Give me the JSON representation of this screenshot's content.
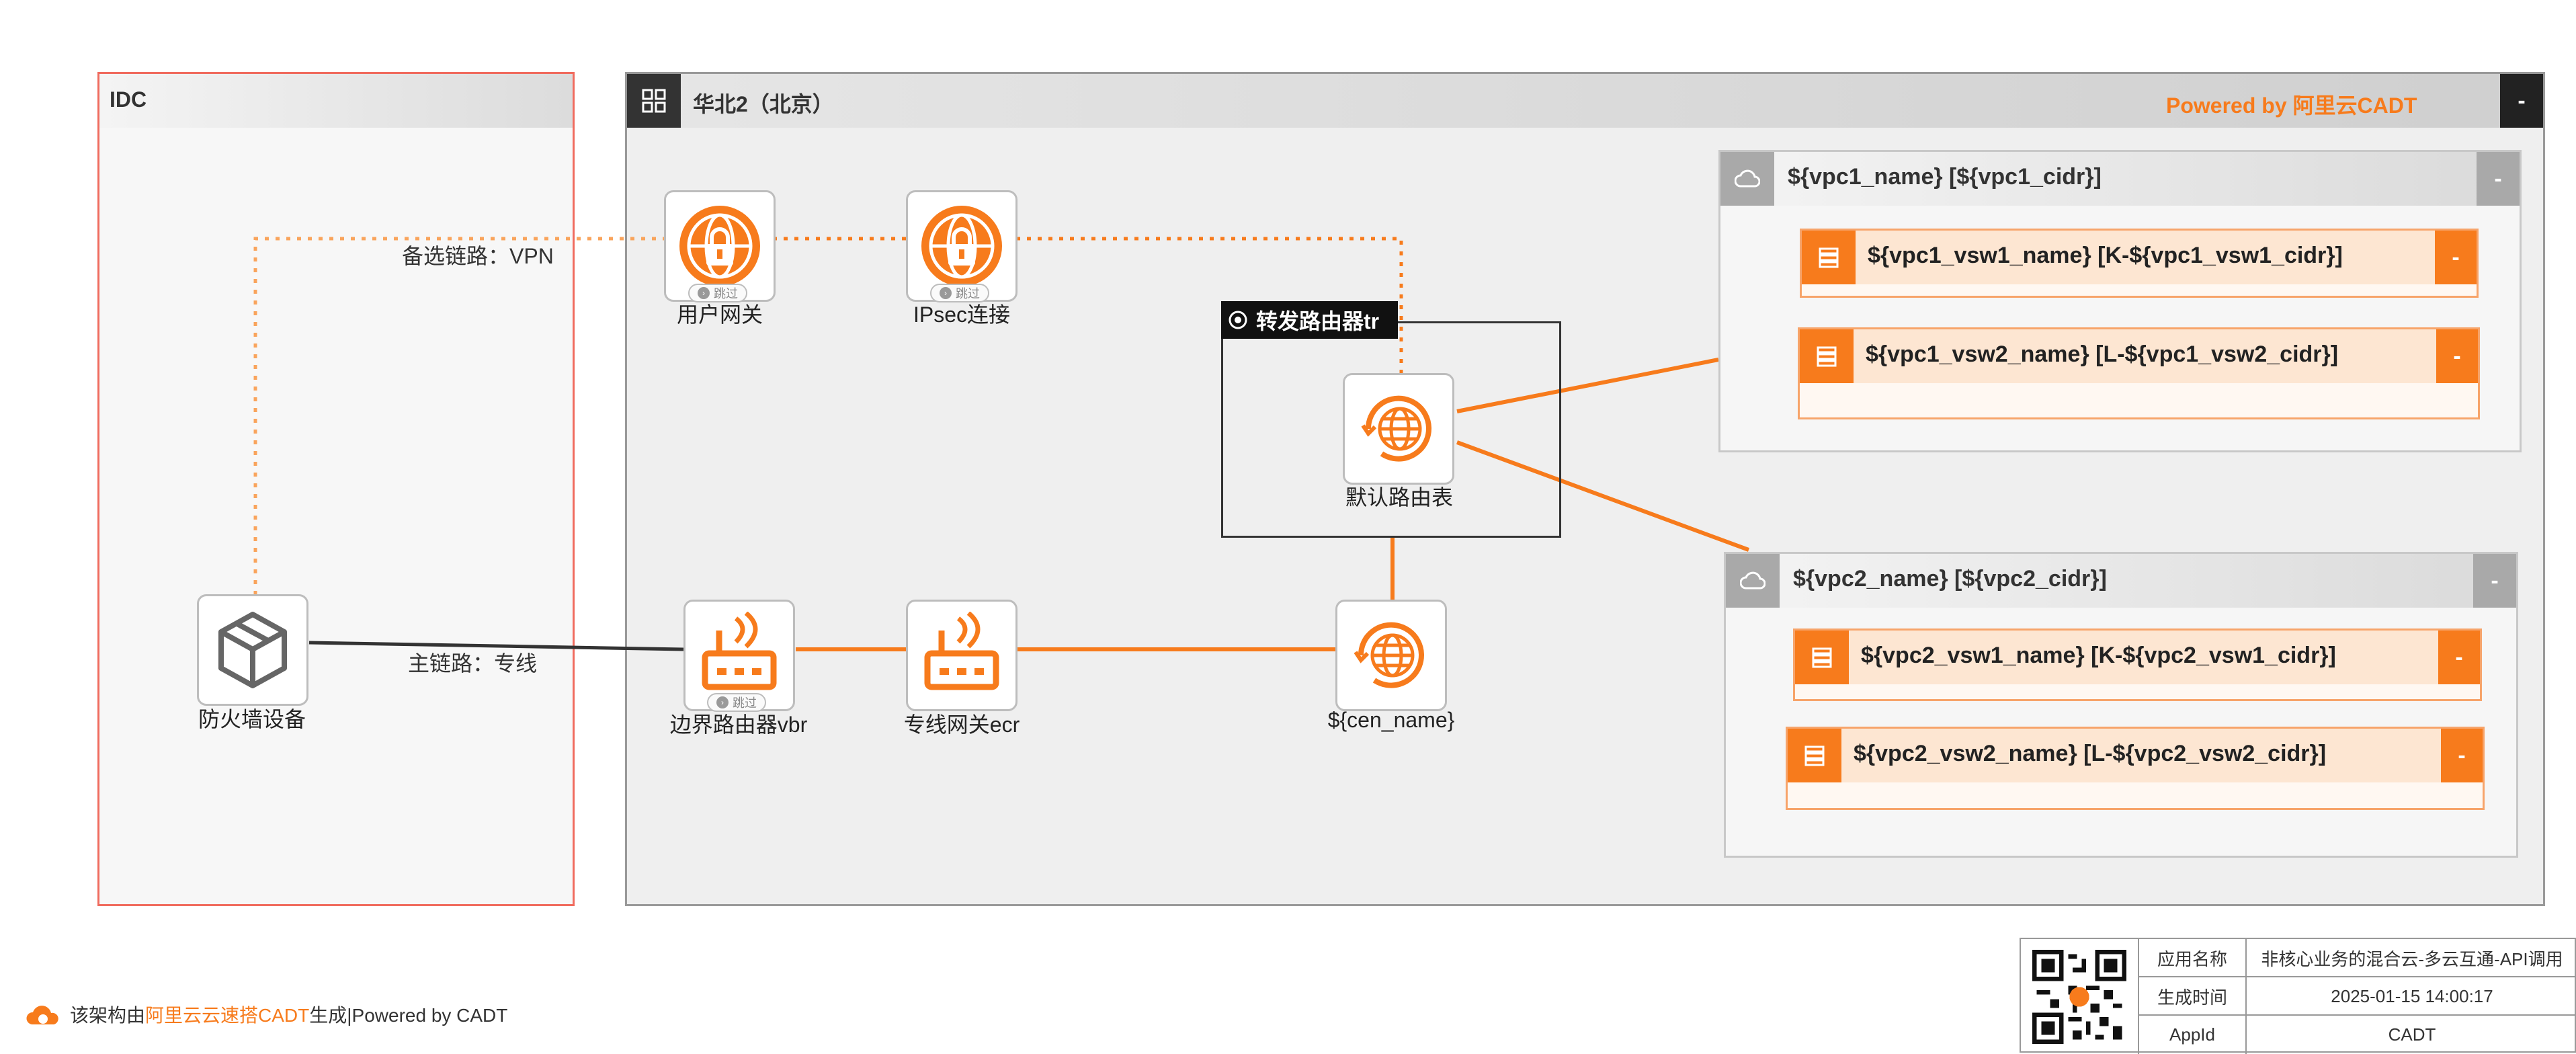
{
  "idc": {
    "title": "IDC"
  },
  "region": {
    "title": "华北2（北京）",
    "powered": "Powered by 阿里云CADT",
    "collapse": "-"
  },
  "transit_router": {
    "title": "转发路由器tr"
  },
  "nodes": {
    "user_gateway": "用户网关",
    "ipsec": "IPsec连接",
    "route_table": "默认路由表",
    "firewall": "防火墙设备",
    "vbr": "边界路由器vbr",
    "ecr": "专线网关ecr",
    "cen": "${cen_name}"
  },
  "skip_badge": "跳过",
  "links": {
    "backup": "备选链路：VPN",
    "primary": "主链路：专线"
  },
  "vpc1": {
    "title": "${vpc1_name} [${vpc1_cidr}]",
    "collapse": "-",
    "vsw1": {
      "title": "${vpc1_vsw1_name} [K-${vpc1_vsw1_cidr}]",
      "collapse": "-"
    },
    "vsw2": {
      "title": "${vpc1_vsw2_name} [L-${vpc1_vsw2_cidr}]",
      "collapse": "-"
    }
  },
  "vpc2": {
    "title": "${vpc2_name} [${vpc2_cidr}]",
    "collapse": "-",
    "vsw1": {
      "title": "${vpc2_vsw1_name} [K-${vpc2_vsw1_cidr}]",
      "collapse": "-"
    },
    "vsw2": {
      "title": "${vpc2_vsw2_name} [L-${vpc2_vsw2_cidr}]",
      "collapse": "-"
    }
  },
  "footer": {
    "prefix": "该架构由",
    "brand": "阿里云云速搭CADT",
    "suffix": "生成|Powered by CADT"
  },
  "info_table": {
    "app_name_key": "应用名称",
    "app_name_val": "非核心业务的混合云-多云互通-API调用",
    "time_key": "生成时间",
    "time_val": "2025-01-15 14:00:17",
    "appid_key": "AppId",
    "appid_val": "CADT"
  },
  "colors": {
    "accent": "#f77b1c",
    "idc_border": "#f06b5e",
    "line_dark": "#333333"
  }
}
